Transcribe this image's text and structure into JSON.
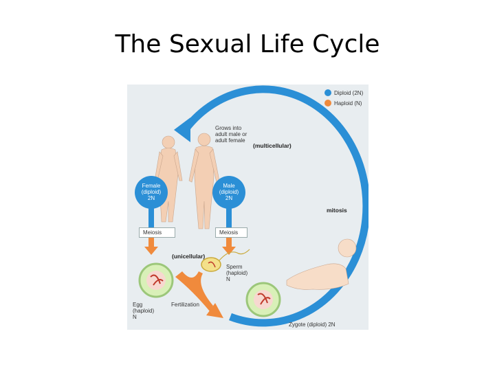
{
  "title": "The Sexual Life Cycle",
  "legend": [
    {
      "label": "Diploid (2N)",
      "color": "#2b8fd6"
    },
    {
      "label": "Haploid (N)",
      "color": "#f08a3c"
    }
  ],
  "labels": {
    "grows": "Grows into\nadult male or\nadult female",
    "multicellular": "(multicellular)",
    "female": "Female\n(diploid)\n2N",
    "male": "Male\n(diploid)\n2N",
    "meiosis_left": "Meiosis",
    "meiosis_right": "Meiosis",
    "mitosis": "mitosis",
    "unicellular": "(unicellular)",
    "sperm": "Sperm\n(haploid)\nN",
    "egg": "Egg\n(haploid)\nN",
    "fertilization": "Fertilization",
    "zygote": "Zygote (diploid) 2N"
  }
}
